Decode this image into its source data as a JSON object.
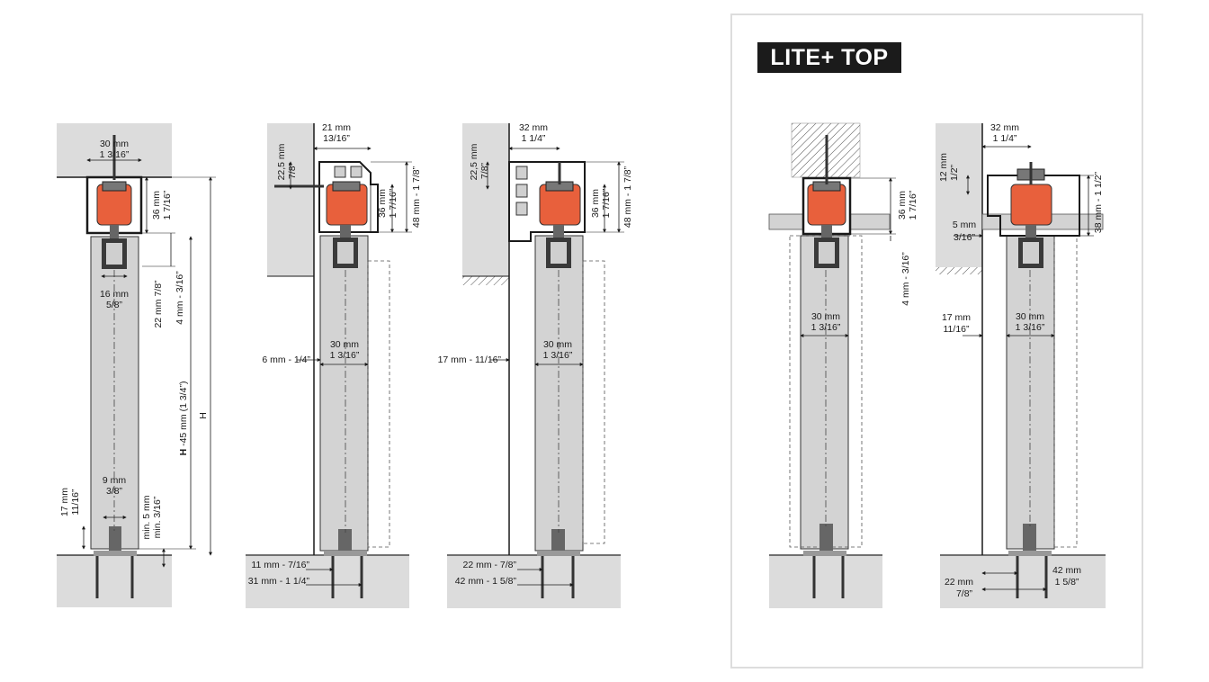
{
  "badge": {
    "text": "LITE+ TOP"
  },
  "colors": {
    "carriage": "#e8603c",
    "wall": "#dcdcdc",
    "door": "#d3d3d3",
    "line": "#1a1a1a",
    "frame_border": "#dddddd"
  },
  "views": {
    "v1": {
      "top_w_mm": "30 mm",
      "top_w_in": "1 3/16”",
      "c36_mm": "36 mm",
      "c36_in": "1 7/16”",
      "w16_mm": "16 mm",
      "w16_in": "5/8”",
      "v22": "22 mm 7/8”",
      "v4": "4 mm - 3/16”",
      "h45_b": "H",
      "h45": " -45 mm  (1 3/4”)",
      "h": "H",
      "g9_mm": "9 mm",
      "g9_in": "3/8”",
      "s17_mm": "17 mm",
      "s17_in": "11/16”",
      "min5_mm": "min. 5 mm",
      "min5_in": "min. 3/16”"
    },
    "v2": {
      "top_mm": "21 mm",
      "top_in": "13/16”",
      "side_mm": "22,5 mm",
      "side_in": "7/8”",
      "c36_mm": "36 mm",
      "c36_in": "1 7/16”",
      "h48": "48 mm - 1 7/8”",
      "d30_mm": "30 mm",
      "d30_in": "1 3/16”",
      "off6": "6 mm - 1/4”",
      "b11": "11 mm - 7/16”",
      "b31": "31 mm - 1 1/4”"
    },
    "v3": {
      "top_mm": "32 mm",
      "top_in": "1 1/4”",
      "side_mm": "22,5 mm",
      "side_in": "7/8”",
      "c36_mm": "36 mm",
      "c36_in": "1 7/16”",
      "h48": "48 mm - 1 7/8”",
      "d30_mm": "30 mm",
      "d30_in": "1 3/16”",
      "off17": "17 mm - 11/16”",
      "b22": "22 mm - 7/8”",
      "b42": "42 mm - 1 5/8”"
    },
    "v4": {
      "c36_mm": "36 mm",
      "c36_in": "1 7/16”",
      "v4": "4 mm - 3/16”",
      "d30_mm": "30 mm",
      "d30_in": "1 3/16”"
    },
    "v5": {
      "top_mm": "32 mm",
      "top_in": "1 1/4”",
      "s12_mm": "12 mm",
      "s12_in": "1/2”",
      "s5_mm": "5 mm",
      "s5_in": "3/16”",
      "h38": "38 mm - 1 1/2”",
      "off17_mm": "17 mm",
      "off17_in": "11/16”",
      "d30_mm": "30 mm",
      "d30_in": "1 3/16”",
      "b22_mm": "22 mm",
      "b22_in": "7/8”",
      "b42_mm": "42 mm",
      "b42_in": "1 5/8”"
    }
  }
}
